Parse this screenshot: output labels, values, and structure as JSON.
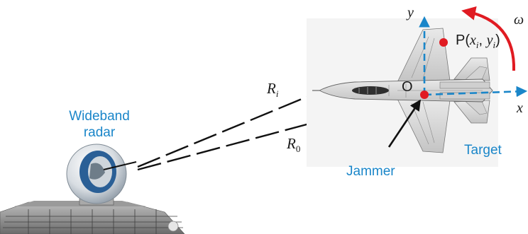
{
  "radar": {
    "label_line1": "Wideband",
    "label_line2": "radar",
    "icon": "radar-station-icon"
  },
  "target": {
    "label": "Target",
    "icon": "fighter-jet-icon"
  },
  "jammer": {
    "label": "Jammer"
  },
  "origin": {
    "label": "O"
  },
  "point_p": {
    "prefix": "P(",
    "x": "x",
    "x_sub": "i",
    "sep": ", ",
    "y": "y",
    "y_sub": "i",
    "suffix": ")"
  },
  "ranges": {
    "ri": {
      "main": "R",
      "sub": "i"
    },
    "r0": {
      "main": "R",
      "sub": "0"
    }
  },
  "axes": {
    "x": "x",
    "y": "y",
    "omega": "ω"
  },
  "colors": {
    "axis": "#1a86c9",
    "point": "#e01b22",
    "rotation_arrow": "#e01b22",
    "label_blue": "#1a86c9"
  }
}
